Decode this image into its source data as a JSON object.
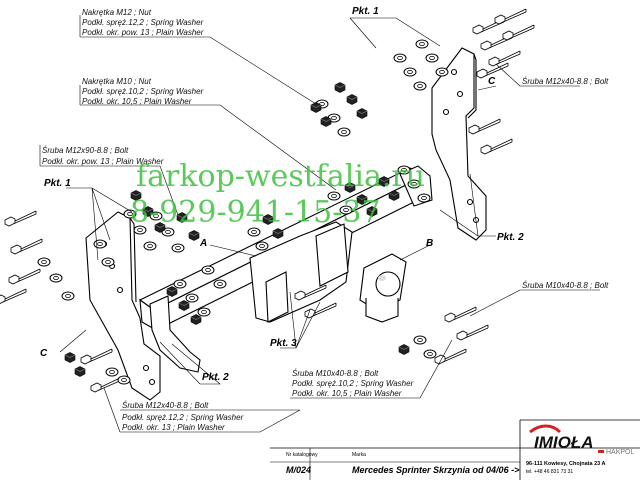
{
  "labels": {
    "nut_m12_1": "Nakrętka  M12 ; Nut",
    "nut_m12_2": "Podkł. spręż.12,2 ; Spring Washer",
    "nut_m12_3": "Podkł. okr. pow. 13 ; Plain Washer",
    "nut_m10_1": "Nakrętka  M10 ; Nut",
    "nut_m10_2": "Podkł. spręż.10,2 ; Spring Washer",
    "nut_m10_3": "Podkł. okr. 10,5 ; Plain Washer",
    "bolt_m12x90_1": "Śruba M12x90-8.8 ;  Bolt",
    "bolt_m12x90_2": "Podkł. okr. pow. 13 ; Plain Washer",
    "bolt_m12x40_right": "Śruba M12x40-8.8 ;  Bolt",
    "bolt_m10x40_right": "Śruba M10x40-8.8 ;  Bolt",
    "bolt_m10x40_bot_1": "Śruba M10x40-8.8 ;  Bolt",
    "bolt_m10x40_bot_2": "Podkł. spręż.10,2 ; Spring Washer",
    "bolt_m10x40_bot_3": "Podkł. okr. 10,5 ; Plain Washer",
    "bolt_m12x40_bot_1": "Śruba M12x40-8.8 ;  Bolt",
    "bolt_m12x40_bot_2": "Podkł. spręż.12,2 ; Spring Washer",
    "bolt_m12x40_bot_3": "Podkł. okr. 13 ; Plain Washer"
  },
  "points": {
    "pkt1_top": "Pkt. 1",
    "pkt1_left": "Pkt. 1",
    "pkt2_right": "Pkt. 2",
    "pkt2_bottom": "Pkt. 2",
    "pkt3": "Pkt. 3"
  },
  "parts": {
    "a": "A",
    "b": "B",
    "c_right": "C",
    "c_left": "C"
  },
  "watermark": {
    "site": "farkop-westfalia.ru",
    "phone": "8-929-941-15-37"
  },
  "title_block": {
    "catalog_label": "Nr katalogowy",
    "brand_label": "Marka",
    "catalog_no": "M/024",
    "model": "Mercedes Sprinter Skrzynia   od  04/06 ->",
    "logo": "IMIOŁA",
    "logo_sub": "HAKPOL",
    "address": "96-111 Kowiesy, Chojnata 23 A",
    "phone": "tel. +48 46 831 73 31"
  }
}
